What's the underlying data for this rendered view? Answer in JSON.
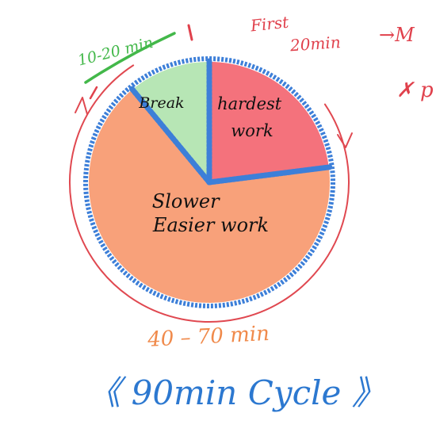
{
  "colors": {
    "hardest": "#f4727c",
    "break": "#b7e6b5",
    "easier": "#f8a17a",
    "ring": "#3d7fd8",
    "outer_arc": "#e04850",
    "green_note": "#43b84a",
    "orange_note": "#f08a4b",
    "red_note": "#e0414c",
    "title": "#2c78d0"
  },
  "slices": [
    {
      "id": "hardest",
      "label_lines": [
        "hardest",
        "work"
      ],
      "share": 0.23
    },
    {
      "id": "break",
      "label_lines": [
        "Break"
      ],
      "share": 0.11
    },
    {
      "id": "easier",
      "label_lines": [
        "Slower",
        "Easier work"
      ],
      "share": 0.66
    }
  ],
  "annotations": {
    "first_line1": "First",
    "first_line2": "20min",
    "first_suffix": "→M",
    "mark": "✗ p",
    "break_time": "10-20 min",
    "easier_time": "40 – 70 min"
  },
  "title": "《 90min Cycle 》"
}
